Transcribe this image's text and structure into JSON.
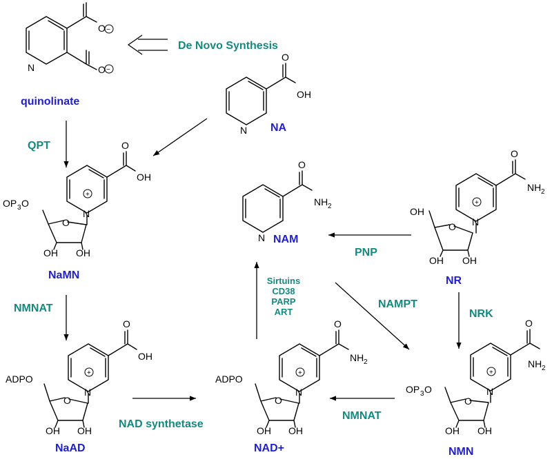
{
  "compounds": {
    "quinolinate": "quinolinate",
    "na": "NA",
    "namn": "NaMN",
    "naad": "NaAD",
    "nad": "NAD+",
    "nam": "NAM",
    "nr": "NR",
    "nmn": "NMN"
  },
  "enzymes": {
    "de_novo": "De Novo Synthesis",
    "qpt": "QPT",
    "nmnat_1": "NMNAT",
    "nad_synthetase": "NAD synthetase",
    "nmnat_2": "NMNAT",
    "pnp": "PNP",
    "nampt": "NAMPT",
    "nrk": "NRK",
    "nam_sources": [
      "Sirtuins",
      "CD38",
      "PARP",
      "ART"
    ]
  },
  "atoms": {
    "n": "N",
    "o": "O",
    "oh": "OH",
    "nh2_main": "NH",
    "nh2_sub": "2",
    "op3_a": "OP",
    "op3_sub": "3",
    "op3_b": "O",
    "adpo": "ADPO",
    "plus": "+",
    "minus": "−"
  },
  "colors": {
    "compound_label": "#1f1fcc",
    "enzyme_label": "#138a80"
  }
}
